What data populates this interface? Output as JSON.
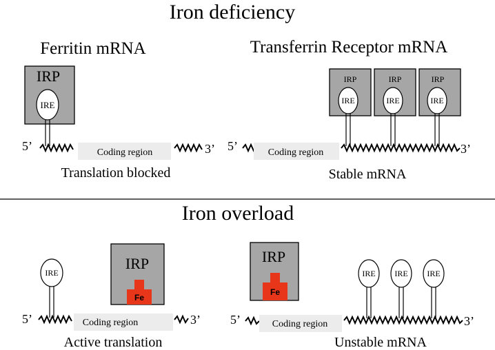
{
  "title_top": "Iron deficiency",
  "title_bottom": "Iron  overload",
  "ferritin_label": "Ferritin mRNA",
  "tfr_label": "Transferrin Receptor mRNA",
  "end5": "5’",
  "end3": "3’",
  "coding_region": "Coding region",
  "irp": "IRP",
  "ire": "IRE",
  "fe": "Fe",
  "captions": {
    "translation_blocked": "Translation blocked",
    "stable_mrna": "Stable mRNA",
    "active_translation": "Active translation",
    "unstable_mrna": "Unstable  mRNA"
  },
  "colors": {
    "irp_box": "#a6a6a6",
    "fe_block": "#e8361a",
    "coding_region_bg": "#ececec"
  }
}
